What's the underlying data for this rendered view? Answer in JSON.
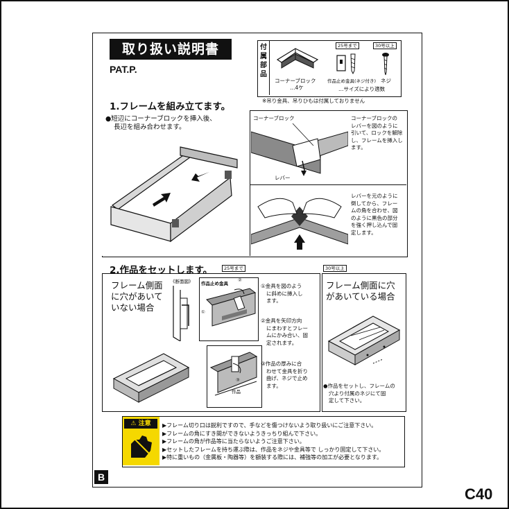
{
  "header": {
    "title": "取り扱い説明書",
    "model": "PAT.P."
  },
  "accessories": {
    "label_lines": [
      "付",
      "属",
      "部",
      "品"
    ],
    "corner_block": {
      "name": "コーナーブロック",
      "qty": "…4ケ"
    },
    "size_tag_25": "25号まで",
    "size_tag_30": "30号以上",
    "clip_caption": "作品止め金具(ネジ付き)",
    "screw_caption": "ネジ",
    "size_note": "…サイズにより適数",
    "hanging_note": "※吊り金具、吊りひもは付属しておりません"
  },
  "section1": {
    "heading": "1.フレームを組み立てます。",
    "instruction_lines": [
      "●短辺にコーナーブロックを挿入後、",
      "長辺を組み合わせます。"
    ],
    "corner_block_label": "コーナーブロック",
    "lever_label": "レバー",
    "step_a_lines": [
      "コーナーブロックの",
      "レバーを図のように",
      "引いて、ロックを解除",
      "し、フレームを挿入し",
      "ます。"
    ],
    "step_b_lines": [
      "レバーを元のように",
      "倒してから、フレー",
      "ムの角を合わせ、図",
      "のように黒色の部分",
      "を強く押し込んで固",
      "定します。"
    ]
  },
  "section2": {
    "heading": "2.作品をセットします。",
    "tag_25": "25号まで",
    "tag_30": "30号以上",
    "no_hole_title_lines": [
      "フレーム側面",
      "に穴があいて",
      "いない場合"
    ],
    "cross_section_label": "《断面図》",
    "clip_label": "作品止め金具",
    "artwork_label": "作品",
    "marker_1": "①",
    "marker_2": "②",
    "marker_3": "③",
    "step1_lines": [
      "①金具を図のよう",
      "に斜めに挿入し",
      "ます。"
    ],
    "step2_lines": [
      "②金具を矢印方向",
      "にまわすとフレー",
      "ムにかみ合い、固",
      "定されます。"
    ],
    "step3_lines": [
      "③作品の厚みに合",
      "わせて金具を折り",
      "曲げ、ネジで止め",
      "ます。"
    ],
    "hole_title_lines": [
      "フレーム側面に穴",
      "があいている場合"
    ],
    "hole_instruction_lines": [
      "●作品をセットし、フレームの",
      "穴より付属のネジにて固",
      "定して下さい。"
    ]
  },
  "caution": {
    "badge": "⚠ 注意",
    "items": [
      "▶フレーム切り口は鋭利ですので、手などを傷つけないよう取り扱いにご注意下さい。",
      "▶フレームの角にすき間ができないようきっちり組んで下さい。",
      "▶フレームの角が作品等に当たらないようご注意下さい。",
      "▶セットしたフレームを持ち運ぶ際は、作品をネジや金具等で しっかり固定して下さい。",
      "▶特に重いもの（金属板・陶器等）を額装する際には、補強等の加工が必要となります。"
    ]
  },
  "page_badge": "B",
  "product_code": "C40"
}
